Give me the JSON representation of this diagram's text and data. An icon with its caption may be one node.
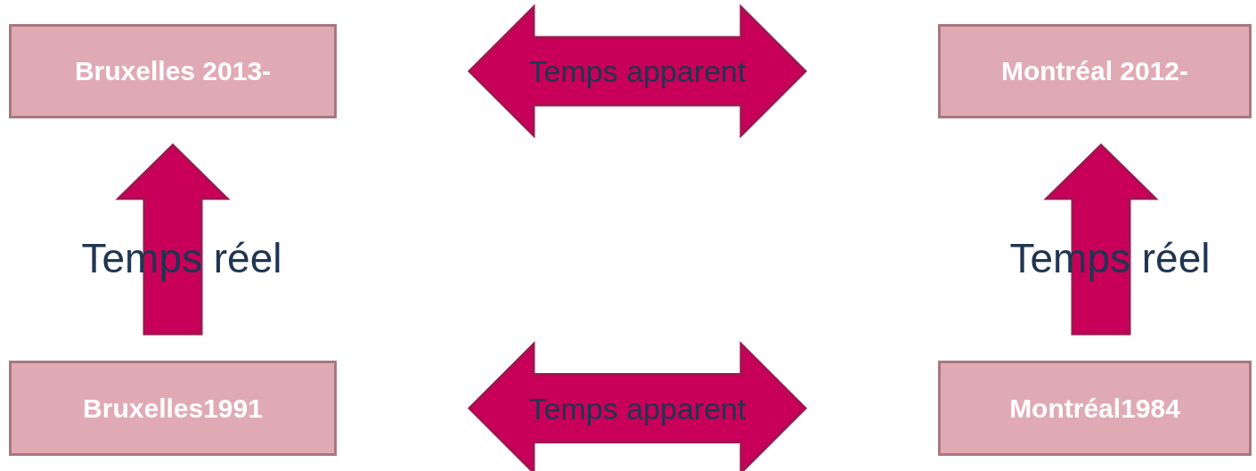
{
  "diagram": {
    "nodes": [
      {
        "text": [
          "Bruxelles 2013-"
        ]
      },
      {
        "text": [
          "Montréal 2012-"
        ]
      },
      {
        "text": [
          "Bruxelles1991"
        ]
      },
      {
        "text": [
          "Montréal1984"
        ]
      }
    ],
    "edges": [
      {
        "from": 0,
        "to": 1,
        "arrow": "both",
        "label": "Temps apparent"
      },
      {
        "from": 2,
        "to": 0,
        "arrow": "to",
        "label": "Temps réel"
      },
      {
        "from": 3,
        "to": 1,
        "arrow": "to",
        "label": "Temps réel"
      },
      {
        "from": 2,
        "to": 3,
        "arrow": "both",
        "label": "Temps apparent"
      }
    ]
  }
}
